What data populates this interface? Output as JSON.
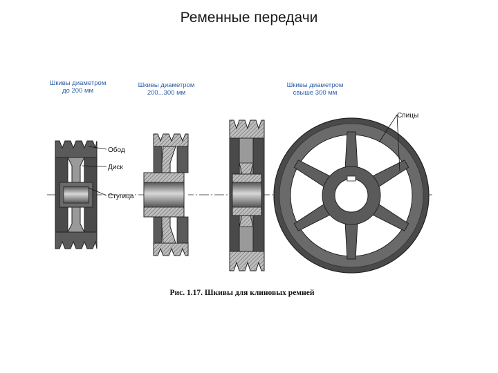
{
  "title": "Ременные передачи",
  "captions": {
    "small": {
      "line1": "Шкивы диаметром",
      "line2": "до 200 мм"
    },
    "medium": {
      "line1": "Шкивы диаметром",
      "line2": "200...300 мм"
    },
    "large": {
      "line1": "Шкивы диаметром",
      "line2": "свыше 300 мм"
    }
  },
  "labels": {
    "rim": "Обод",
    "disk": "Диск",
    "hub": "Стугица",
    "spokes": "Спицы"
  },
  "figure_caption": "Рис. 1.17. Шкивы для клиновых ремней",
  "colors": {
    "metal_dark": "#4a4a4a",
    "metal_mid": "#7a7a7a",
    "metal_light": "#c8c8c8",
    "caption_blue": "#2f5ea8"
  }
}
